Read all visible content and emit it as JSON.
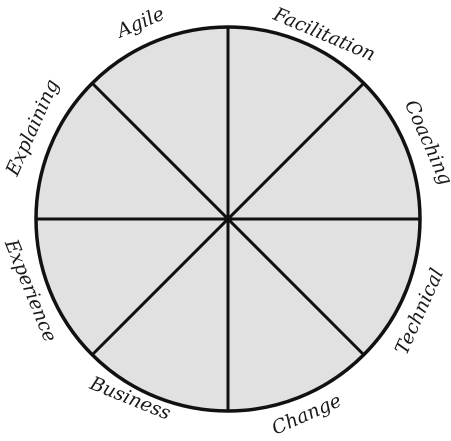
{
  "wheel": {
    "fill_color": "#e1e1e1",
    "stroke_color": "#111111",
    "segments": [
      {
        "label": "Agile"
      },
      {
        "label": "Facilitation"
      },
      {
        "label": "Coaching"
      },
      {
        "label": "Technical"
      },
      {
        "label": "Change"
      },
      {
        "label": "Business"
      },
      {
        "label": "Experience"
      },
      {
        "label": "Explaining"
      }
    ]
  }
}
